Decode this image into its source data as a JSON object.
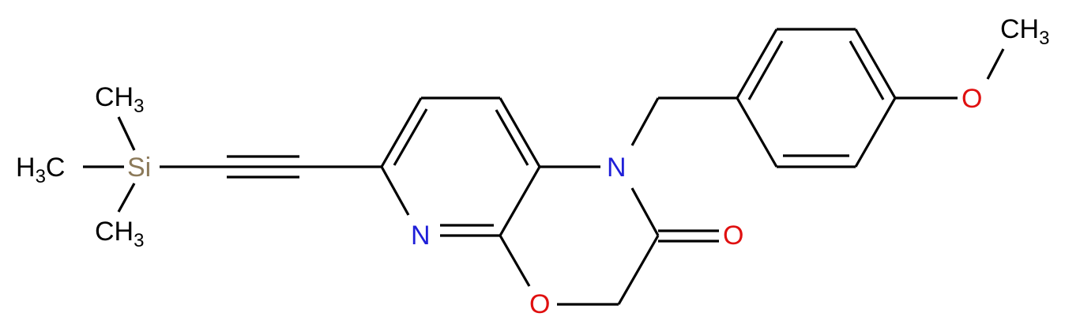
{
  "molecule": {
    "atoms": {
      "ch3_top": {
        "main": "CH",
        "sub": "3",
        "color": "#000000"
      },
      "h3c_left": {
        "pre": "H",
        "sub": "3",
        "post": "C",
        "color": "#000000"
      },
      "ch3_bottom": {
        "main": "CH",
        "sub": "3",
        "color": "#000000"
      },
      "si": {
        "label": "Si",
        "color": "#8c7a5a"
      },
      "n_pyridine": {
        "label": "N",
        "color": "#1f1fd8"
      },
      "n_amide": {
        "label": "N",
        "color": "#1f1fd8"
      },
      "o_ring": {
        "label": "O",
        "color": "#e01010"
      },
      "o_carbonyl": {
        "label": "O",
        "color": "#e01010"
      },
      "o_methoxy": {
        "label": "O",
        "color": "#e01010"
      },
      "ch3_methoxy": {
        "main": "CH",
        "sub": "3",
        "color": "#000000"
      }
    }
  }
}
